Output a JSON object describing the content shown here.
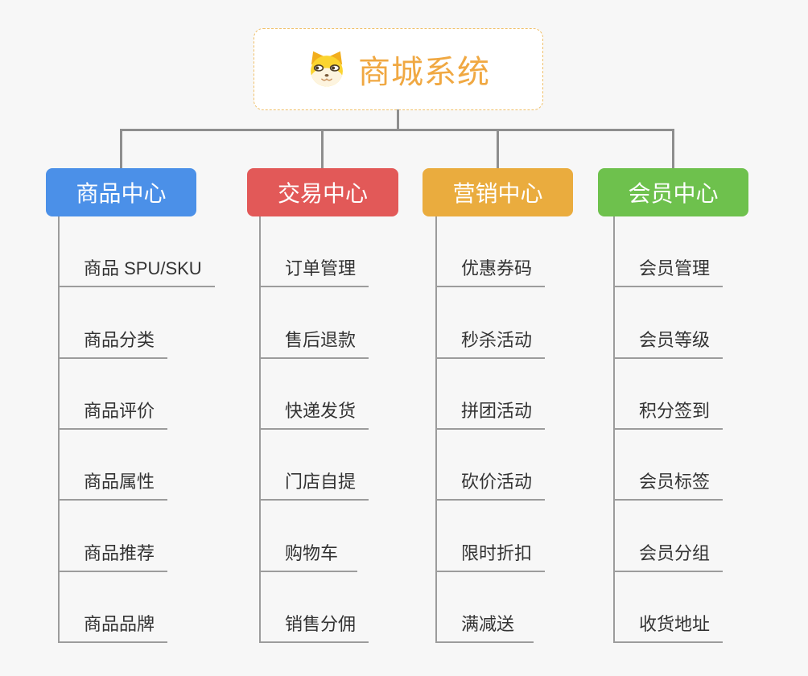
{
  "root": {
    "title": "商城系统",
    "icon": "shiba-dog-icon"
  },
  "branches": [
    {
      "label": "商品中心",
      "color": "#4b90e8",
      "children": [
        "商品 SPU/SKU",
        "商品分类",
        "商品评价",
        "商品属性",
        "商品推荐",
        "商品品牌"
      ]
    },
    {
      "label": "交易中心",
      "color": "#e25958",
      "children": [
        "订单管理",
        "售后退款",
        "快递发货",
        "门店自提",
        "购物车",
        "销售分佣"
      ]
    },
    {
      "label": "营销中心",
      "color": "#eaac3e",
      "children": [
        "优惠券码",
        "秒杀活动",
        "拼团活动",
        "砍价活动",
        "限时折扣",
        "满减送"
      ]
    },
    {
      "label": "会员中心",
      "color": "#6ec14d",
      "children": [
        "会员管理",
        "会员等级",
        "积分签到",
        "会员标签",
        "会员分组",
        "收货地址"
      ]
    }
  ],
  "colors": {
    "background": "#f7f7f7",
    "root_accent": "#f0a842",
    "root_border": "#f0c06a",
    "connector": "#8e8e8e",
    "underline": "#9c9c9c",
    "child_text": "#333333"
  }
}
